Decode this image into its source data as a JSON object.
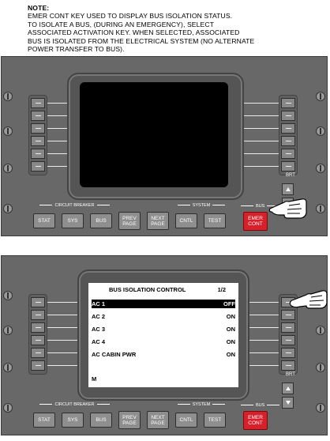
{
  "note": {
    "title": "NOTE:",
    "lines": [
      "EMER CONT KEY USED TO DISPLAY BUS ISOLATION STATUS.",
      "TO ISOLATE A BUS, (DURING AN EMERGENCY), SELECT",
      "ASSOCIATED ACTIVATION KEY. WHEN SELECTED, ASSOCIATED",
      "BUS IS ISOLATED FROM THE ELECTRICAL SYSTEM (NO ALTERNATE",
      "POWER TRANSFER TO BUS)."
    ]
  },
  "panel_labels": {
    "circuit_breaker": "CIRCUIT BREAKER",
    "system": "SYSTEM",
    "bus": "BUS",
    "brt": "BRT"
  },
  "keys": {
    "stat": "STAT",
    "sys": "SYS",
    "bus": "BUS",
    "prev_page": "PREV PAGE",
    "next_page": "NEXT PAGE",
    "cntl": "CNTL",
    "test": "TEST",
    "emer_cont": "EMER CONT"
  },
  "display": {
    "title": "BUS ISOLATION CONTROL",
    "page": "1/2",
    "rows": [
      {
        "label": "AC 1",
        "value": "OFF",
        "selected": true
      },
      {
        "label": "AC 2",
        "value": "ON",
        "selected": false
      },
      {
        "label": "AC 3",
        "value": "ON",
        "selected": false
      },
      {
        "label": "AC 4",
        "value": "ON",
        "selected": false
      },
      {
        "label": "AC CABIN PWR",
        "value": "ON",
        "selected": false
      }
    ],
    "footer": "M"
  },
  "colors": {
    "panel": "#686868",
    "emer_key": "#d7202a",
    "screen_off": "#000000",
    "screen_on": "#ffffff"
  }
}
